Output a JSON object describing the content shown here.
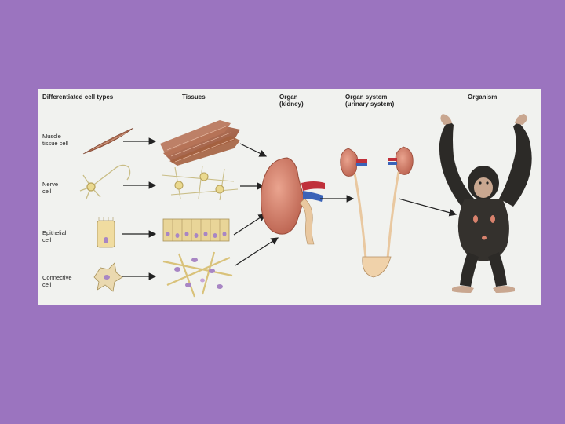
{
  "headers": {
    "cell_types": "Differentiated cell types",
    "tissues": "Tissues",
    "organ": "Organ\n(kidney)",
    "organ_system": "Organ system\n(urinary system)",
    "organism": "Organism"
  },
  "rows": {
    "muscle": "Muscle\ntissue cell",
    "nerve": "Nerve\ncell",
    "epithelial": "Epithelial\ncell",
    "connective": "Connective\ncell"
  },
  "colors": {
    "slide_background": "#9b74bf",
    "panel_background": "#f1f2ef",
    "kidney": "#d9826d",
    "vessel_red": "#c0303a",
    "vessel_blue": "#3a63b8",
    "chimp_fur": "#2c2a27",
    "chimp_skin": "#c9a790"
  }
}
